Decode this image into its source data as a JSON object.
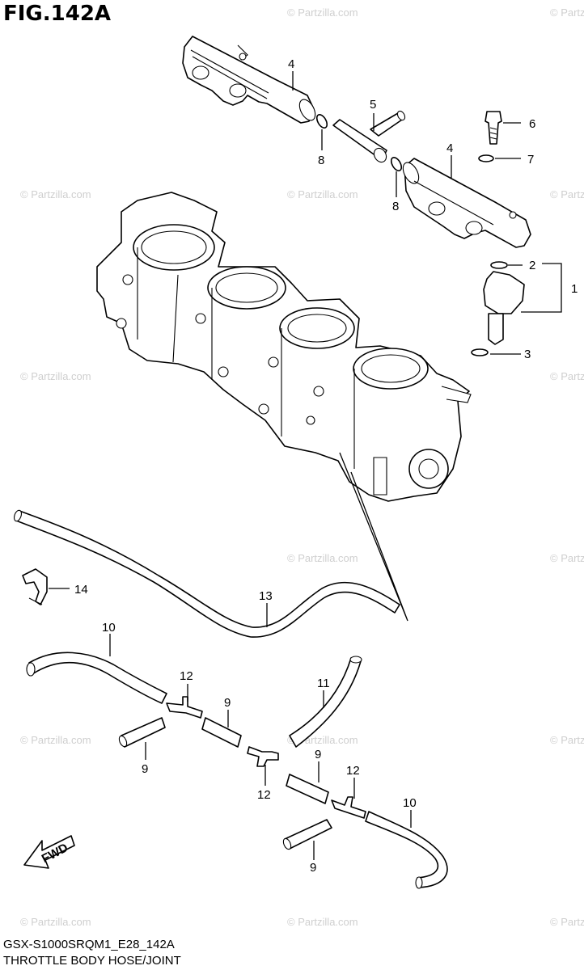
{
  "figure": {
    "title": "FIG.142A",
    "code": "GSX-S1000SRQM1_E28_142A",
    "name": "THROTTLE BODY HOSE/JOINT"
  },
  "watermark": "© Partzilla.com",
  "fwd_label": "FWD",
  "callouts": [
    {
      "id": "c-4a",
      "text": "4"
    },
    {
      "id": "c-5",
      "text": "5"
    },
    {
      "id": "c-8a",
      "text": "8"
    },
    {
      "id": "c-8b",
      "text": "8"
    },
    {
      "id": "c-4b",
      "text": "4"
    },
    {
      "id": "c-6",
      "text": "6"
    },
    {
      "id": "c-7",
      "text": "7"
    },
    {
      "id": "c-2",
      "text": "2"
    },
    {
      "id": "c-1",
      "text": "1"
    },
    {
      "id": "c-3",
      "text": "3"
    },
    {
      "id": "c-14",
      "text": "14"
    },
    {
      "id": "c-13",
      "text": "13"
    },
    {
      "id": "c-10a",
      "text": "10"
    },
    {
      "id": "c-12a",
      "text": "12"
    },
    {
      "id": "c-11",
      "text": "11"
    },
    {
      "id": "c-9a",
      "text": "9"
    },
    {
      "id": "c-9b",
      "text": "9"
    },
    {
      "id": "c-12b",
      "text": "12"
    },
    {
      "id": "c-9c",
      "text": "9"
    },
    {
      "id": "c-12c",
      "text": "12"
    },
    {
      "id": "c-10b",
      "text": "10"
    },
    {
      "id": "c-9d",
      "text": "9"
    }
  ]
}
